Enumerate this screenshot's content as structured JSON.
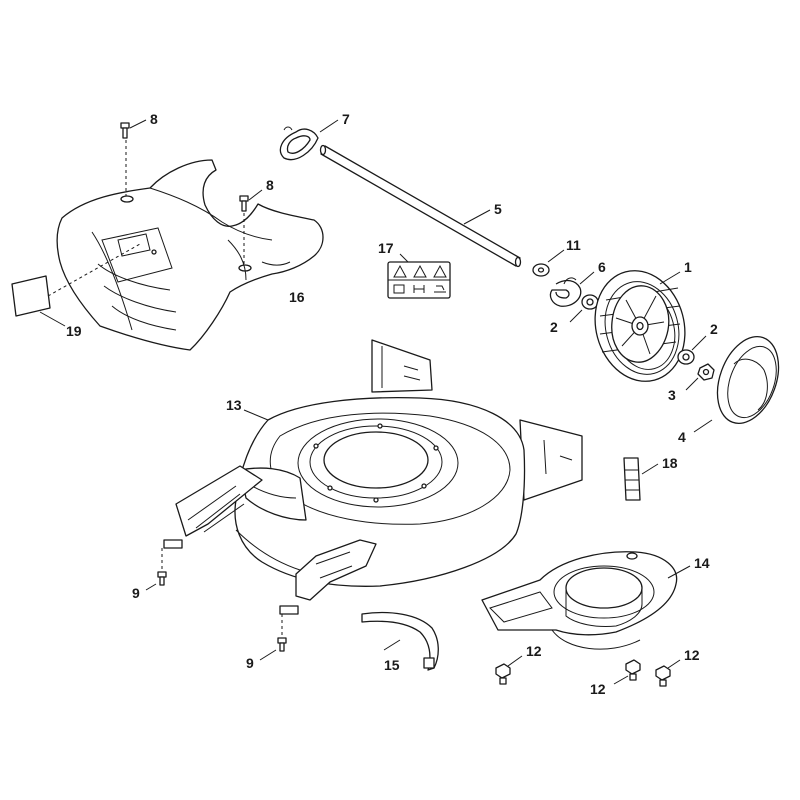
{
  "colors": {
    "line": "#1a1a1a",
    "fill": "#ffffff",
    "background": "#ffffff"
  },
  "callouts": {
    "c1": "1",
    "c2a": "2",
    "c2b": "2",
    "c3": "3",
    "c4": "4",
    "c5": "5",
    "c6": "6",
    "c7": "7",
    "c8a": "8",
    "c8b": "8",
    "c9a": "9",
    "c9b": "9",
    "c11": "11",
    "c12a": "12",
    "c12b": "12",
    "c12c": "12",
    "c13": "13",
    "c14": "14",
    "c15": "15",
    "c16": "16",
    "c17": "17",
    "c18": "18",
    "c19": "19"
  }
}
